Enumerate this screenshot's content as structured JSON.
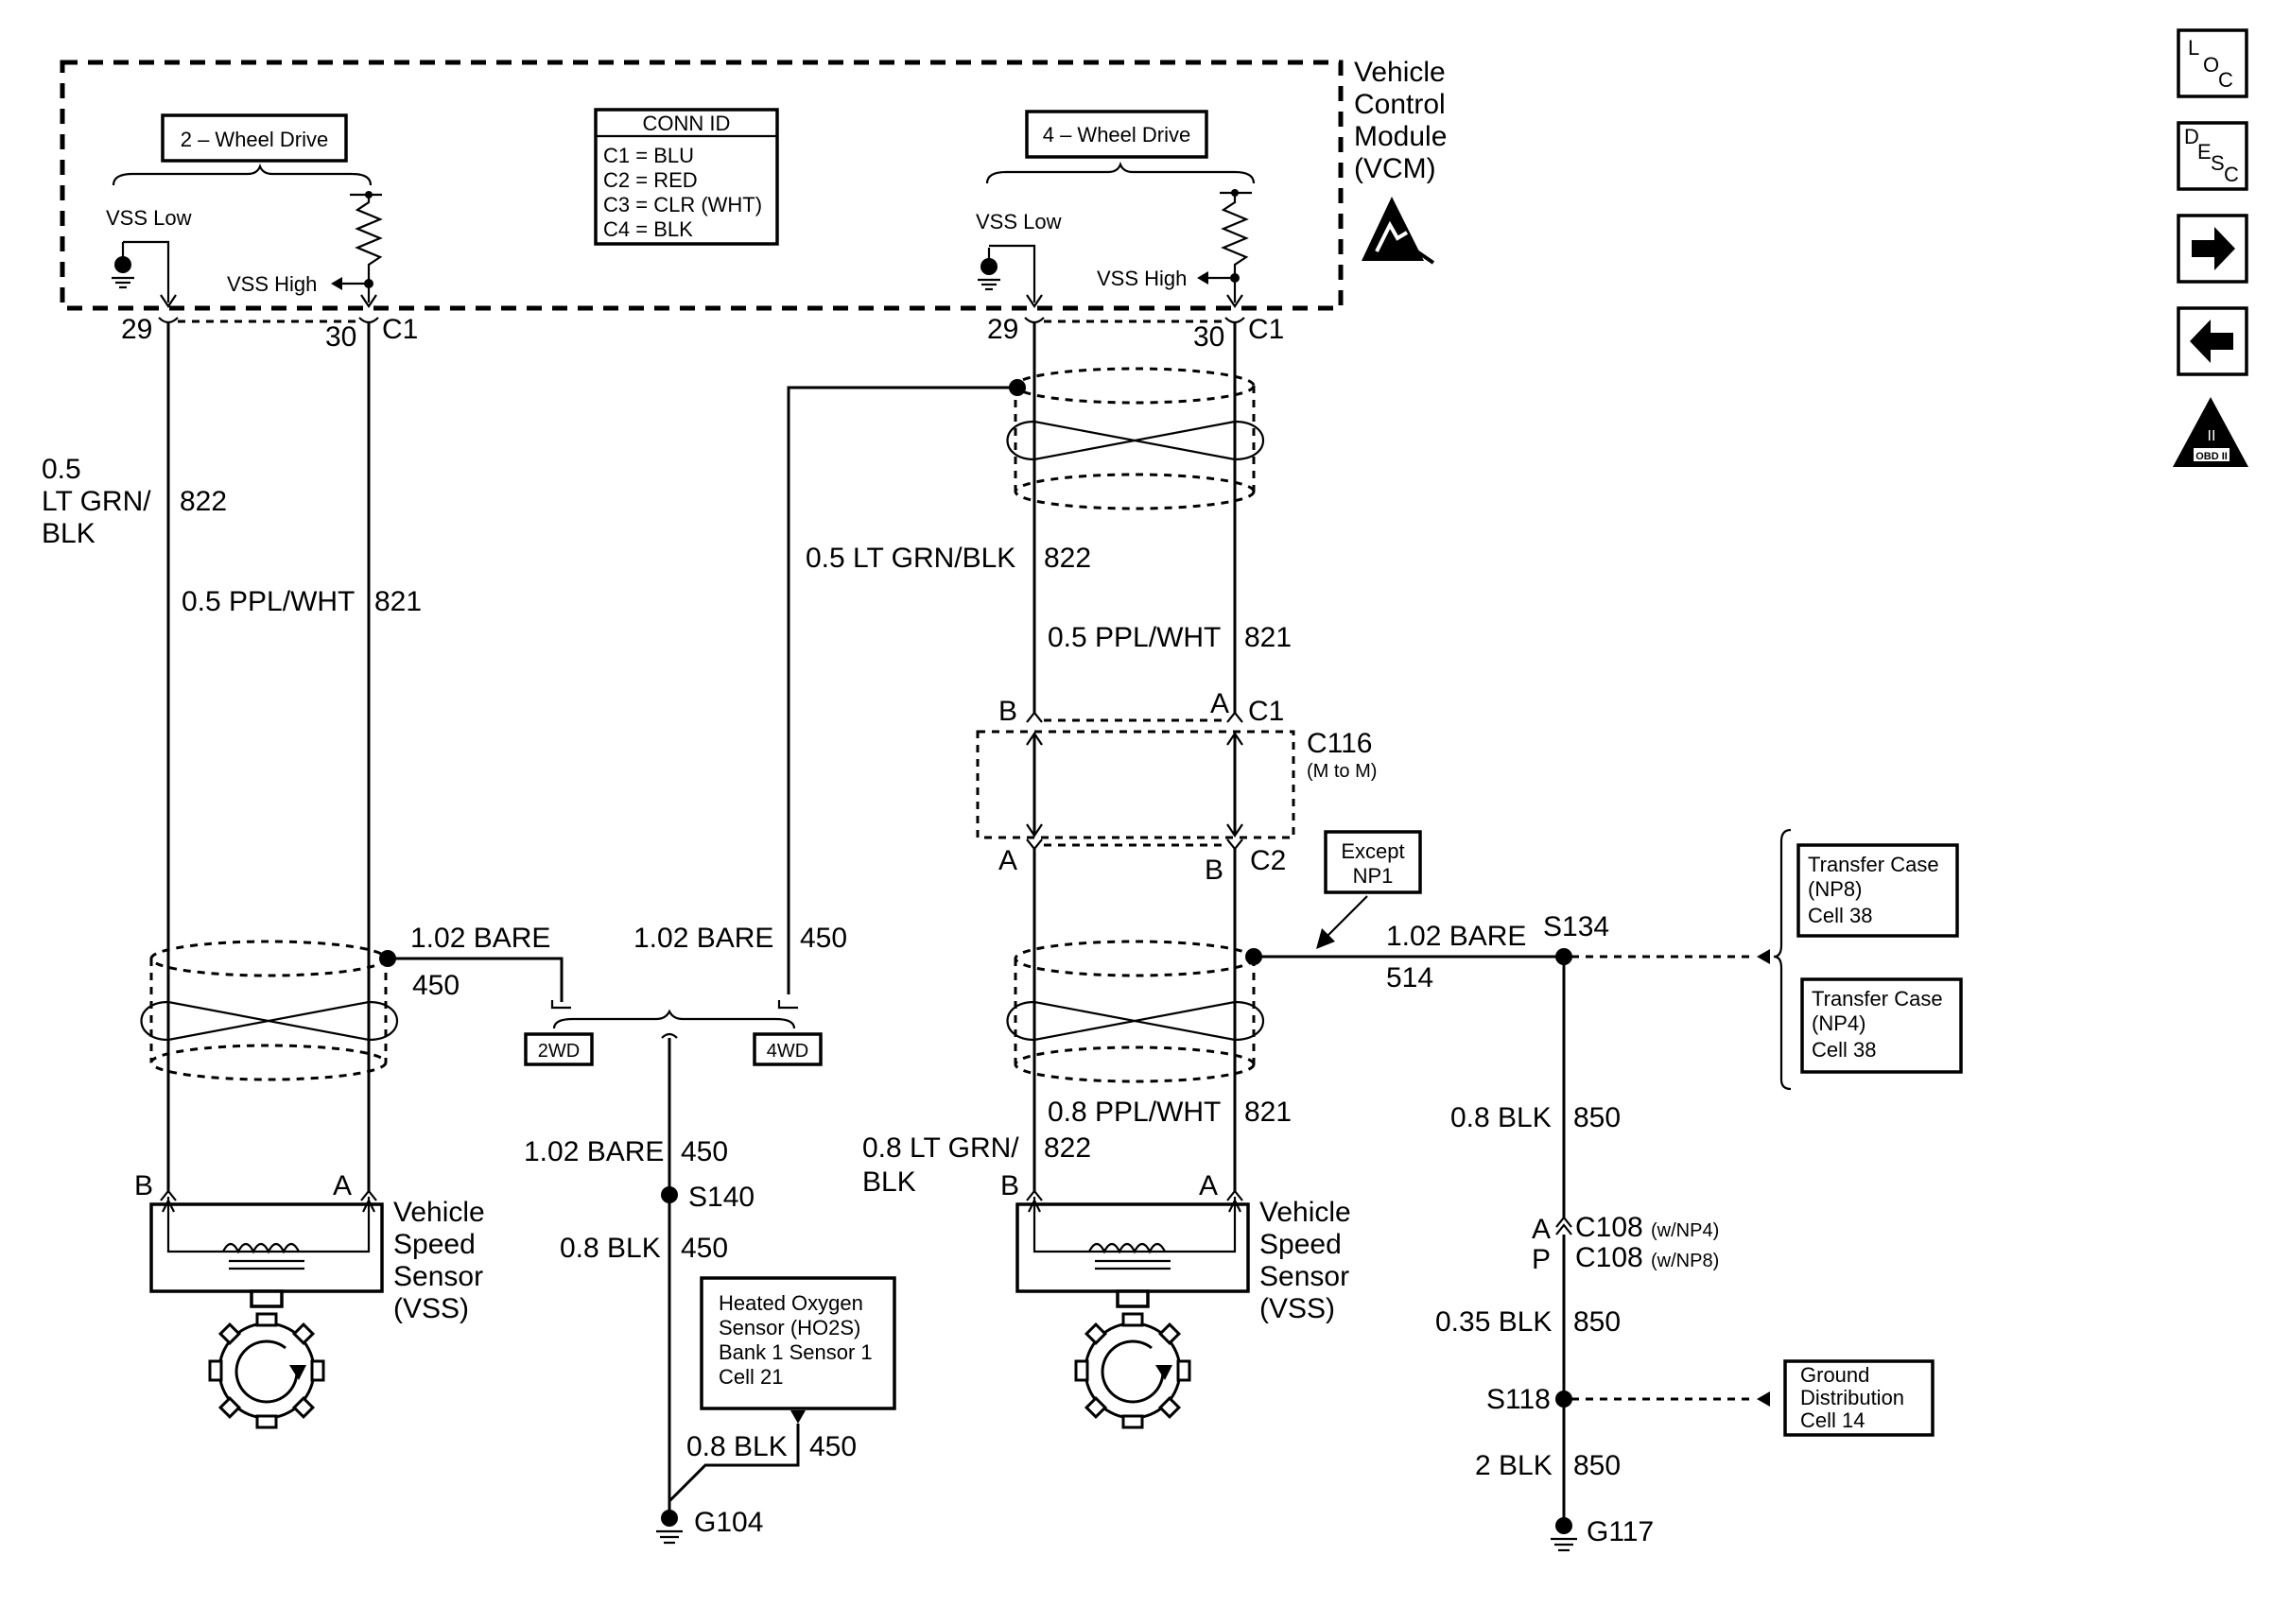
{
  "vcm": {
    "title_lines": [
      "Vehicle",
      "Control",
      "Module",
      "(VCM)"
    ],
    "conn_id": {
      "title": "CONN ID",
      "lines": [
        "C1 = BLU",
        "C2 = RED",
        "C3 = CLR (WHT)",
        "C4 = BLK"
      ]
    },
    "two_wd": {
      "label": "2 – Wheel Drive",
      "vss_low": "VSS Low",
      "vss_high": "VSS High",
      "pin_low": "29",
      "pin_high": "30",
      "conn": "C1"
    },
    "four_wd": {
      "label": "4 – Wheel Drive",
      "vss_low": "VSS Low",
      "vss_high": "VSS High",
      "pin_low": "29",
      "pin_high": "30",
      "conn": "C1"
    }
  },
  "left_circuit": {
    "wire_822_lines": [
      "0.5",
      "LT GRN/",
      "BLK"
    ],
    "wire_822_num": "822",
    "wire_821": "0.5 PPL/WHT",
    "wire_821_num": "821",
    "shield_wire": "1.02 BARE",
    "shield_num": "450",
    "pin_b": "B",
    "pin_a": "A",
    "sensor_lines": [
      "Vehicle",
      "Speed",
      "Sensor",
      "(VSS)"
    ]
  },
  "center_circuit": {
    "tag_2wd": "2WD",
    "tag_4wd": "4WD",
    "wire_4wd": "1.02 BARE",
    "wire_4wd_num": "450",
    "wire_lower": "1.02 BARE",
    "wire_lower_num": "450",
    "splice": "S140",
    "wire_blk": "0.8 BLK",
    "wire_blk_num": "450",
    "ho2s_lines": [
      "Heated Oxygen",
      "Sensor (HO2S)",
      "Bank 1 Sensor 1",
      "Cell 21"
    ],
    "wire_ho2s": "0.8 BLK",
    "wire_ho2s_num": "450",
    "ground": "G104"
  },
  "right_circuit": {
    "wire_822": "0.5 LT GRN/BLK",
    "wire_822_num": "822",
    "wire_821": "0.5 PPL/WHT",
    "wire_821_num": "821",
    "c116_top_b": "B",
    "c116_top_a": "A",
    "c116_top_conn": "C1",
    "c116_name": "C116",
    "c116_sub": "(M to M)",
    "c116_bot_a": "A",
    "c116_bot_b": "B",
    "c116_bot_conn": "C2",
    "except_lines": [
      "Except",
      "NP1"
    ],
    "shield_wire": "1.02 BARE",
    "shield_num": "514",
    "splice": "S134",
    "lower_821": "0.8 PPL/WHT",
    "lower_821_num": "821",
    "lower_822_lines": [
      "0.8 LT GRN/",
      "BLK"
    ],
    "lower_822_num": "822",
    "pin_b": "B",
    "pin_a": "A",
    "sensor_lines": [
      "Vehicle",
      "Speed",
      "Sensor",
      "(VSS)"
    ]
  },
  "ground_circuit": {
    "wire1": "0.8 BLK",
    "wire1_num": "850",
    "c108_a_pin": "A",
    "c108_a": "C108",
    "c108_a_sub": "(w/NP4)",
    "c108_p_pin": "P",
    "c108_p": "C108",
    "c108_p_sub": "(w/NP8)",
    "wire2": "0.35 BLK",
    "wire2_num": "850",
    "splice": "S118",
    "wire3": "2 BLK",
    "wire3_num": "850",
    "ground": "G117",
    "transfer_np8_lines": [
      "Transfer Case",
      "(NP8)",
      "Cell 38"
    ],
    "transfer_np4_lines": [
      "Transfer Case",
      "(NP4)",
      "Cell 38"
    ],
    "ground_dist_lines": [
      "Ground",
      "Distribution",
      "Cell 14"
    ]
  },
  "nav": {
    "loc_letters": [
      "L",
      "O",
      "C"
    ],
    "desc_letters": [
      "D",
      "E",
      "S",
      "C"
    ],
    "obd_label": "OBD II",
    "obd_roman": "II",
    "next_icon": "right-arrow-icon",
    "prev_icon": "left-arrow-icon"
  }
}
